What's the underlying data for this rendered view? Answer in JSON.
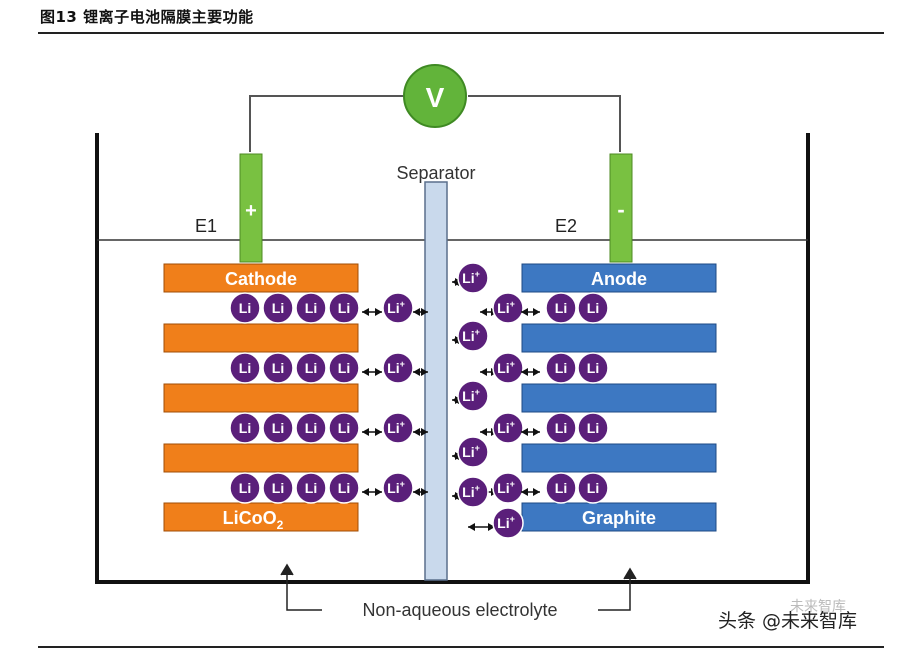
{
  "figure": {
    "title": "图13 锂离子电池隔膜主要功能"
  },
  "diagram": {
    "voltmeter_label": "V",
    "separator_label": "Separator",
    "electrode_left_label": "E1",
    "electrode_right_label": "E2",
    "terminal_positive": "+",
    "terminal_negative": "-",
    "cathode_label": "Cathode",
    "cathode_material": "LiCoO",
    "cathode_material_sub": "2",
    "anode_label": "Anode",
    "anode_material": "Graphite",
    "electrolyte_label": "Non-aqueous electrolyte",
    "ion_label": "Li",
    "ion_charge": "+",
    "colors": {
      "cathode": "#f07f1a",
      "anode": "#3d78c2",
      "lithium": "#5a1f7a",
      "terminal": "#79c141",
      "voltmeter": "#62b43a",
      "separator": "#c9d9ec"
    }
  },
  "watermark": {
    "text": "头条 @未来智库",
    "faded_text": "未来智库"
  }
}
